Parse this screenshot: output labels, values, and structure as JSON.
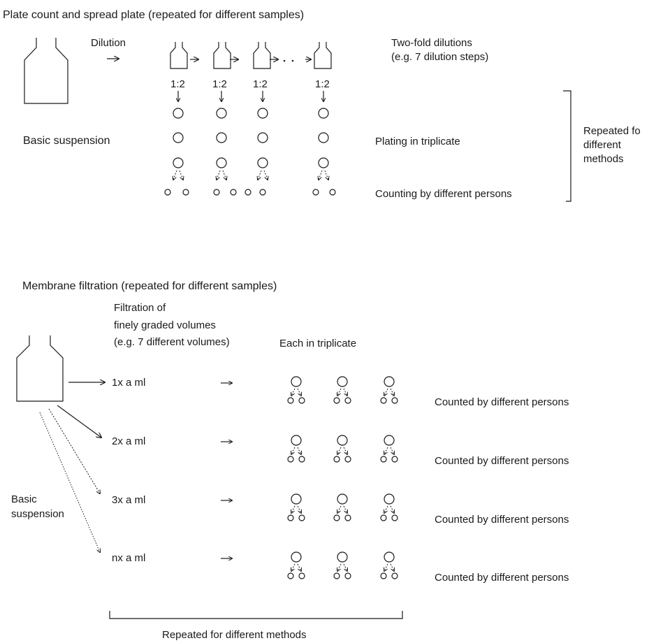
{
  "top": {
    "title": "Plate count and spread plate (repeated for different samples)",
    "dilution_label": "Dilution",
    "ratio_label": "1:2",
    "two_fold_line1": "Two-fold dilutions",
    "two_fold_line2": "(e.g. 7 dilution steps)",
    "basic_suspension": "Basic suspension",
    "plating": "Plating in triplicate",
    "counting": "Counting by different persons",
    "repeated_line1": "Repeated fo",
    "repeated_line2": "different",
    "repeated_line3": "methods"
  },
  "bottom": {
    "title": "Membrane filtration (repeated for different samples)",
    "filtration_line1": "Filtration of",
    "filtration_line2": "finely graded volumes",
    "filtration_line3": "(e.g. 7 different volumes)",
    "triplicate": "Each in triplicate",
    "volumes": [
      "1x a ml",
      "2x a ml",
      "3x a ml",
      "nx a ml"
    ],
    "counted": "Counted by different persons",
    "basic_line1": "Basic",
    "basic_line2": "suspension",
    "repeated_methods": "Repeated for different methods"
  }
}
